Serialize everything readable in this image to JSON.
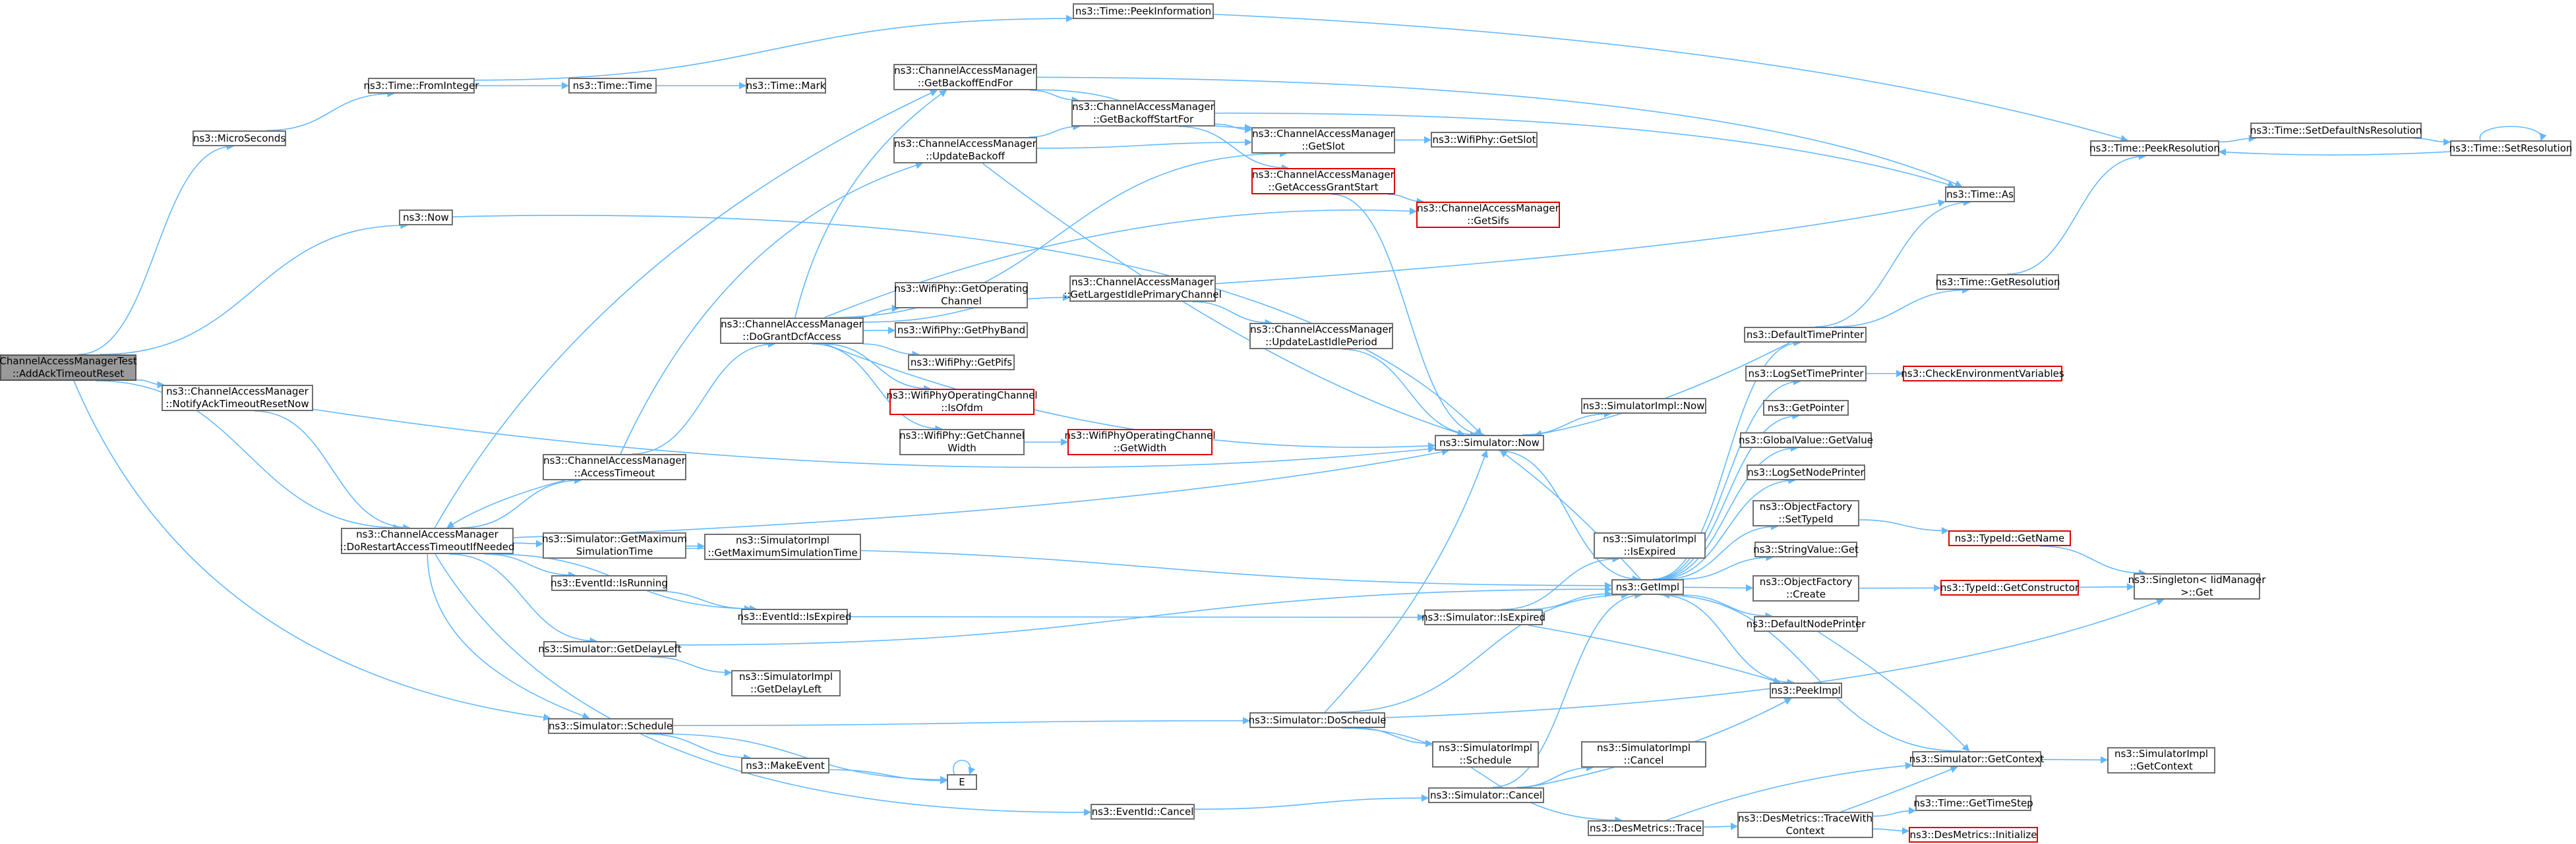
{
  "colors": {
    "edge": "#63b8ff",
    "node_border": "#6f6f6f",
    "unresolved_border": "#e00000",
    "root_fill": "#9a9a9a"
  },
  "nodes": [
    {
      "id": "root",
      "label": "ChannelAccessManagerTest\n::AddAckTimeoutReset",
      "kind": "root"
    },
    {
      "id": "micro",
      "label": "ns3::MicroSeconds"
    },
    {
      "id": "now",
      "label": "ns3::Now"
    },
    {
      "id": "notify",
      "label": "ns3::ChannelAccessManager\n::NotifyAckTimeoutResetNow"
    },
    {
      "id": "dorestart",
      "label": "ns3::ChannelAccessManager\n::DoRestartAccessTimeoutIfNeeded"
    },
    {
      "id": "fromint",
      "label": "ns3::Time::FromInteger"
    },
    {
      "id": "time",
      "label": "ns3::Time::Time"
    },
    {
      "id": "mark",
      "label": "ns3::Time::Mark"
    },
    {
      "id": "peekinfo",
      "label": "ns3::Time::PeekInformation"
    },
    {
      "id": "accesstimeout",
      "label": "ns3::ChannelAccessManager\n::AccessTimeout"
    },
    {
      "id": "dogrant",
      "label": "ns3::ChannelAccessManager\n::DoGrantDcfAccess"
    },
    {
      "id": "getboffend",
      "label": "ns3::ChannelAccessManager\n::GetBackoffEndFor"
    },
    {
      "id": "updateboff",
      "label": "ns3::ChannelAccessManager\n::UpdateBackoff"
    },
    {
      "id": "getboffstart",
      "label": "ns3::ChannelAccessManager\n::GetBackoffStartFor"
    },
    {
      "id": "getslot",
      "label": "ns3::ChannelAccessManager\n::GetSlot"
    },
    {
      "id": "getagrant",
      "label": "ns3::ChannelAccessManager\n::GetAccessGrantStart",
      "kind": "red"
    },
    {
      "id": "getsifs",
      "label": "ns3::ChannelAccessManager\n::GetSifs",
      "kind": "red"
    },
    {
      "id": "wifigetslot",
      "label": "ns3::WifiPhy::GetSlot"
    },
    {
      "id": "wifigetopch",
      "label": "ns3::WifiPhy::GetOperating\nChannel"
    },
    {
      "id": "wifigetband",
      "label": "ns3::WifiPhy::GetPhyBand"
    },
    {
      "id": "wifigetpifs",
      "label": "ns3::WifiPhy::GetPifs"
    },
    {
      "id": "isofdm",
      "label": "ns3::WifiPhyOperatingChannel\n::IsOfdm",
      "kind": "red"
    },
    {
      "id": "wifigetchw",
      "label": "ns3::WifiPhy::GetChannel\nWidth"
    },
    {
      "id": "opchgetwidth",
      "label": "ns3::WifiPhyOperatingChannel\n::GetWidth",
      "kind": "red"
    },
    {
      "id": "getlargest",
      "label": "ns3::ChannelAccessManager\n::GetLargestIdlePrimaryChannel"
    },
    {
      "id": "updatelast",
      "label": "ns3::ChannelAccessManager\n::UpdateLastIdlePeriod"
    },
    {
      "id": "simnow",
      "label": "ns3::Simulator::Now"
    },
    {
      "id": "simimplnow",
      "label": "ns3::SimulatorImpl::Now"
    },
    {
      "id": "getimpl",
      "label": "ns3::GetImpl"
    },
    {
      "id": "getmaxsim",
      "label": "ns3::Simulator::GetMaximum\nSimulationTime"
    },
    {
      "id": "simimplgetmax",
      "label": "ns3::SimulatorImpl\n::GetMaximumSimulationTime"
    },
    {
      "id": "evrunning",
      "label": "ns3::EventId::IsRunning"
    },
    {
      "id": "evexpired",
      "label": "ns3::EventId::IsExpired"
    },
    {
      "id": "simisexpired",
      "label": "ns3::Simulator::IsExpired"
    },
    {
      "id": "simimplisexp",
      "label": "ns3::SimulatorImpl\n::IsExpired"
    },
    {
      "id": "getdelayleft",
      "label": "ns3::Simulator::GetDelayLeft"
    },
    {
      "id": "simimplgetdelay",
      "label": "ns3::SimulatorImpl\n::GetDelayLeft"
    },
    {
      "id": "schedule",
      "label": "ns3::Simulator::Schedule"
    },
    {
      "id": "doschedule",
      "label": "ns3::Simulator::DoSchedule"
    },
    {
      "id": "simimplsched",
      "label": "ns3::SimulatorImpl\n::Schedule"
    },
    {
      "id": "makeevent",
      "label": "ns3::MakeEvent"
    },
    {
      "id": "E",
      "label": "E"
    },
    {
      "id": "evcancel",
      "label": "ns3::EventId::Cancel"
    },
    {
      "id": "simcancel",
      "label": "ns3::Simulator::Cancel"
    },
    {
      "id": "simimplcancel",
      "label": "ns3::SimulatorImpl\n::Cancel"
    },
    {
      "id": "desmetricstrace",
      "label": "ns3::DesMetrics::Trace"
    },
    {
      "id": "tracewith",
      "label": "ns3::DesMetrics::TraceWith\nContext"
    },
    {
      "id": "gettimestep",
      "label": "ns3::Time::GetTimeStep"
    },
    {
      "id": "desinit",
      "label": "ns3::DesMetrics::Initialize",
      "kind": "red"
    },
    {
      "id": "getcontext",
      "label": "ns3::Simulator::GetContext"
    },
    {
      "id": "simimplgetctx",
      "label": "ns3::SimulatorImpl\n::GetContext"
    },
    {
      "id": "peekimpl",
      "label": "ns3::PeekImpl"
    },
    {
      "id": "defaultnodeprinter",
      "label": "ns3::DefaultNodePrinter"
    },
    {
      "id": "objfcreate",
      "label": "ns3::ObjectFactory\n::Create"
    },
    {
      "id": "typeidgetctor",
      "label": "ns3::TypeId::GetConstructor",
      "kind": "red"
    },
    {
      "id": "singleton",
      "label": "ns3::Singleton< IidManager\n>::Get"
    },
    {
      "id": "stringget",
      "label": "ns3::StringValue::Get"
    },
    {
      "id": "objfsettid",
      "label": "ns3::ObjectFactory\n::SetTypeId"
    },
    {
      "id": "typeidgetname",
      "label": "ns3::TypeId::GetName",
      "kind": "red"
    },
    {
      "id": "logsetnode",
      "label": "ns3::LogSetNodePrinter"
    },
    {
      "id": "globalget",
      "label": "ns3::GlobalValue::GetValue"
    },
    {
      "id": "getpointer",
      "label": "ns3::GetPointer"
    },
    {
      "id": "logsettime",
      "label": "ns3::LogSetTimePrinter"
    },
    {
      "id": "checkenv",
      "label": "ns3::CheckEnvironmentVariables",
      "kind": "red"
    },
    {
      "id": "defaulttimeprinter",
      "label": "ns3::DefaultTimePrinter"
    },
    {
      "id": "timeas",
      "label": "ns3::Time::As"
    },
    {
      "id": "timegetres",
      "label": "ns3::Time::GetResolution"
    },
    {
      "id": "peekres",
      "label": "ns3::Time::PeekResolution"
    },
    {
      "id": "setdefres",
      "label": "ns3::Time::SetDefaultNsResolution"
    },
    {
      "id": "setres",
      "label": "ns3::Time::SetResolution"
    }
  ],
  "edges": [
    [
      "root",
      "micro"
    ],
    [
      "root",
      "now"
    ],
    [
      "root",
      "notify"
    ],
    [
      "root",
      "dorestart"
    ],
    [
      "root",
      "schedule"
    ],
    [
      "micro",
      "fromint"
    ],
    [
      "fromint",
      "time"
    ],
    [
      "fromint",
      "peekinfo"
    ],
    [
      "time",
      "mark"
    ],
    [
      "peekinfo",
      "peekres"
    ],
    [
      "now",
      "simnow"
    ],
    [
      "notify",
      "dorestart"
    ],
    [
      "notify",
      "simnow"
    ],
    [
      "dorestart",
      "accesstimeout"
    ],
    [
      "dorestart",
      "getboffend"
    ],
    [
      "dorestart",
      "simnow"
    ],
    [
      "dorestart",
      "getmaxsim"
    ],
    [
      "dorestart",
      "evrunning"
    ],
    [
      "dorestart",
      "evexpired"
    ],
    [
      "dorestart",
      "getdelayleft"
    ],
    [
      "dorestart",
      "schedule"
    ],
    [
      "dorestart",
      "evcancel"
    ],
    [
      "accesstimeout",
      "dorestart"
    ],
    [
      "accesstimeout",
      "dogrant"
    ],
    [
      "accesstimeout",
      "updateboff"
    ],
    [
      "dogrant",
      "getboffend"
    ],
    [
      "dogrant",
      "getslot"
    ],
    [
      "dogrant",
      "getsifs"
    ],
    [
      "dogrant",
      "wifigetopch"
    ],
    [
      "dogrant",
      "wifigetband"
    ],
    [
      "dogrant",
      "wifigetpifs"
    ],
    [
      "dogrant",
      "isofdm"
    ],
    [
      "dogrant",
      "wifigetchw"
    ],
    [
      "dogrant",
      "getlargest"
    ],
    [
      "dogrant",
      "simnow"
    ],
    [
      "getboffend",
      "getboffstart"
    ],
    [
      "getboffend",
      "getslot"
    ],
    [
      "getboffend",
      "timeas"
    ],
    [
      "updateboff",
      "getboffstart"
    ],
    [
      "updateboff",
      "getslot"
    ],
    [
      "updateboff",
      "simnow"
    ],
    [
      "getboffstart",
      "getslot"
    ],
    [
      "getboffstart",
      "getagrant"
    ],
    [
      "getboffstart",
      "timeas"
    ],
    [
      "getslot",
      "wifigetslot"
    ],
    [
      "getagrant",
      "getsifs"
    ],
    [
      "getagrant",
      "simnow"
    ],
    [
      "wifigetchw",
      "opchgetwidth"
    ],
    [
      "getlargest",
      "updatelast"
    ],
    [
      "getlargest",
      "timeas"
    ],
    [
      "updatelast",
      "simnow"
    ],
    [
      "simnow",
      "simimplnow"
    ],
    [
      "simnow",
      "getimpl"
    ],
    [
      "getmaxsim",
      "simimplgetmax"
    ],
    [
      "getmaxsim",
      "getimpl"
    ],
    [
      "evrunning",
      "evexpired"
    ],
    [
      "evexpired",
      "simisexpired"
    ],
    [
      "simisexpired",
      "simimplisexp"
    ],
    [
      "simisexpired",
      "getimpl"
    ],
    [
      "simisexpired",
      "peekimpl"
    ],
    [
      "getdelayleft",
      "simimplgetdelay"
    ],
    [
      "getdelayleft",
      "getimpl"
    ],
    [
      "schedule",
      "doschedule"
    ],
    [
      "schedule",
      "makeevent"
    ],
    [
      "schedule",
      "E"
    ],
    [
      "makeevent",
      "E"
    ],
    [
      "E",
      "E"
    ],
    [
      "doschedule",
      "simnow"
    ],
    [
      "doschedule",
      "getimpl"
    ],
    [
      "doschedule",
      "simimplsched"
    ],
    [
      "doschedule",
      "desmetricstrace"
    ],
    [
      "doschedule",
      "singleton"
    ],
    [
      "evcancel",
      "simcancel"
    ],
    [
      "simcancel",
      "simimplcancel"
    ],
    [
      "simcancel",
      "getimpl"
    ],
    [
      "simcancel",
      "peekimpl"
    ],
    [
      "desmetricstrace",
      "getcontext"
    ],
    [
      "desmetricstrace",
      "tracewith"
    ],
    [
      "tracewith",
      "gettimestep"
    ],
    [
      "tracewith",
      "desinit"
    ],
    [
      "tracewith",
      "getcontext"
    ],
    [
      "getcontext",
      "simimplgetctx"
    ],
    [
      "getcontext",
      "getimpl"
    ],
    [
      "getimpl",
      "defaulttimeprinter"
    ],
    [
      "getimpl",
      "logsettime"
    ],
    [
      "getimpl",
      "getpointer"
    ],
    [
      "getimpl",
      "globalget"
    ],
    [
      "getimpl",
      "logsetnode"
    ],
    [
      "getimpl",
      "objfsettid"
    ],
    [
      "getimpl",
      "stringget"
    ],
    [
      "getimpl",
      "objfcreate"
    ],
    [
      "getimpl",
      "defaultnodeprinter"
    ],
    [
      "getimpl",
      "peekimpl"
    ],
    [
      "getimpl",
      "simnow"
    ],
    [
      "defaulttimeprinter",
      "timeas"
    ],
    [
      "defaulttimeprinter",
      "timegetres"
    ],
    [
      "defaulttimeprinter",
      "simnow"
    ],
    [
      "logsettime",
      "checkenv"
    ],
    [
      "objfsettid",
      "typeidgetname"
    ],
    [
      "typeidgetname",
      "singleton"
    ],
    [
      "objfcreate",
      "typeidgetctor"
    ],
    [
      "typeidgetctor",
      "singleton"
    ],
    [
      "defaultnodeprinter",
      "getcontext"
    ],
    [
      "timegetres",
      "peekres"
    ],
    [
      "peekres",
      "setdefres"
    ],
    [
      "setdefres",
      "setres"
    ],
    [
      "setres",
      "peekres"
    ],
    [
      "setres",
      "setres"
    ]
  ]
}
